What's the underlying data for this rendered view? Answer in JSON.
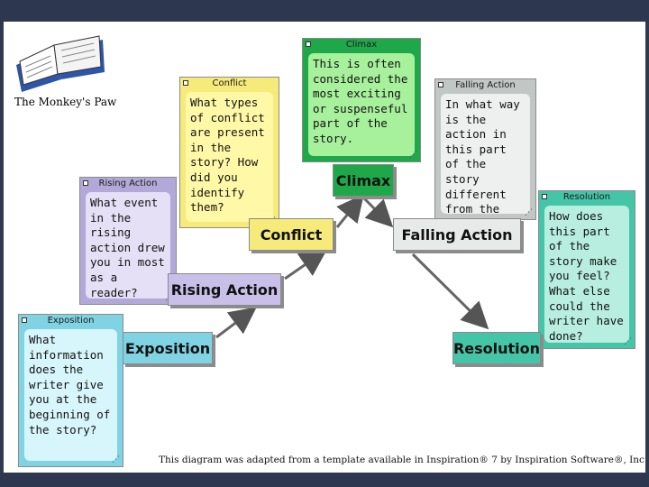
{
  "logo": {
    "title": "The Monkey's Paw",
    "icon": "open-book-icon"
  },
  "stages": {
    "exposition": "Exposition",
    "rising_action": "Rising Action",
    "conflict": "Conflict",
    "climax": "Climax",
    "falling_action": "Falling Action",
    "resolution": "Resolution"
  },
  "notes": {
    "exposition": {
      "header": "Exposition",
      "text": "What information does the writer give you at the beginning of the story?"
    },
    "rising_action": {
      "header": "Rising Action",
      "text": "What event in the rising action drew you in most as a reader?"
    },
    "conflict": {
      "header": "Conflict",
      "text": "What types of conflict are present in the story? How did you identify them?"
    },
    "climax": {
      "header": "Climax",
      "text": "This is often considered the most exciting or suspenseful part of the story."
    },
    "falling_action": {
      "header": "Falling Action",
      "text": "In what way is the action in this part of the story different from the first part?"
    },
    "resolution": {
      "header": "Resolution",
      "text": "How does this part of the story make you feel? What else could the writer have done?"
    }
  },
  "footer": "This diagram was adapted from a template available in Inspiration® 7 by Inspiration Software®, Inc.",
  "colors": {
    "exposition": "#7fd3e3",
    "exposition_body": "#d7f6fb",
    "rising_action": "#b3a9d8",
    "rising_action_body": "#e5e0f5",
    "conflict": "#f5ea7a",
    "conflict_body": "#fff8a6",
    "climax": "#1fa84a",
    "climax_body": "#a7f09c",
    "falling_action": "#c1c7c5",
    "falling_action_body": "#edf0ef",
    "resolution": "#45c5a7",
    "resolution_body": "#b7eedf"
  }
}
